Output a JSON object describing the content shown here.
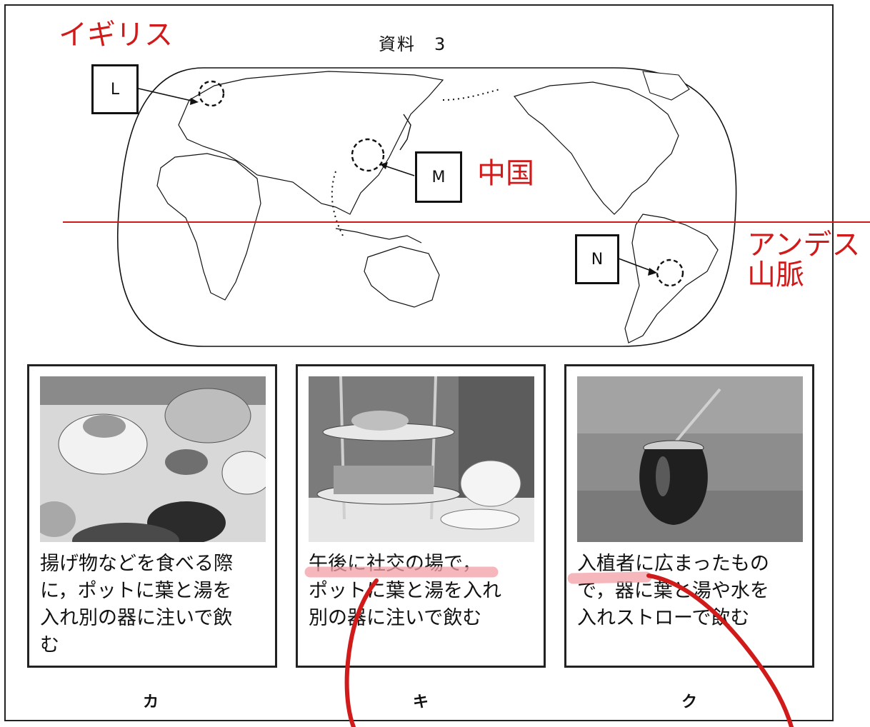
{
  "title": "資料　3",
  "annotations": {
    "britain": "イギリス",
    "china": "中国",
    "andes": "アンデス\n山脈"
  },
  "markers": {
    "l": "L",
    "m": "M",
    "n": "N"
  },
  "cards": [
    {
      "caption": "揚げ物などを食べる際\nに，ポットに葉と湯を\n入れ別の器に注いで飲\nむ",
      "label": "カ"
    },
    {
      "caption": "午後に社交の場で，\nポットに葉と湯を入れ\n別の器に注いで飲む",
      "label": "キ"
    },
    {
      "caption": "入植者に広まったもの\nで，器に葉と湯や水を\n入れストローで飲む",
      "label": "ク"
    }
  ],
  "colors": {
    "annotation_red": "#d11a1a",
    "highlight_pink": "#f4a0a6"
  }
}
